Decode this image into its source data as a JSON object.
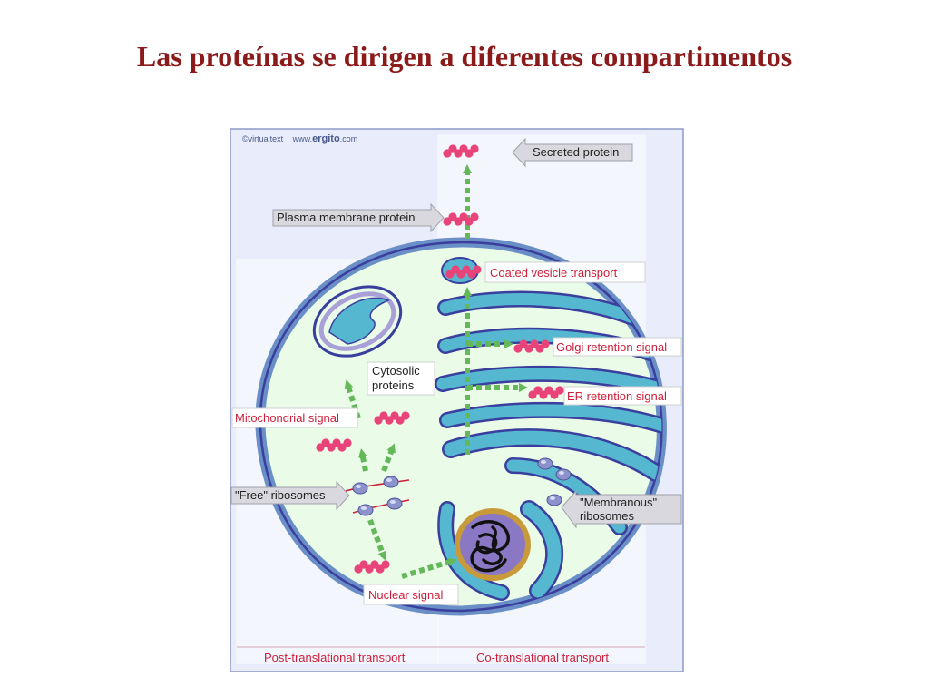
{
  "slide": {
    "title": "Las proteínas se dirigen a diferentes compartimentos"
  },
  "diagram": {
    "copyright_prefix": "©virtualtext",
    "site_prefix": "www.",
    "site_name": "ergito",
    "site_suffix": ".com",
    "labels": {
      "secreted": "Secreted protein",
      "plasma_membrane": "Plasma membrane protein",
      "coated_vesicle": "Coated vesicle transport",
      "golgi_retention": "Golgi retention signal",
      "er_retention": "ER retention signal",
      "cytosolic_line1": "Cytosolic",
      "cytosolic_line2": "proteins",
      "mitochondrial": "Mitochondrial signal",
      "free_ribosomes": "\"Free\" ribosomes",
      "membranous_line1": "\"Membranous\"",
      "membranous_line2": "ribosomes",
      "nuclear": "Nuclear signal",
      "post_translational": "Post-translational transport",
      "co_translational": "Co-translational transport"
    },
    "colors": {
      "cell_fill": "#eafbe8",
      "membrane_outer": "#6a8fc7",
      "membrane_inner": "#3a3f9e",
      "lumen": "#56b8d0",
      "protein": "#e8447a",
      "arrow": "#64b85a",
      "nucleus": "#8a78c4",
      "nuclear_envelope": "#c89a3a",
      "panel_bg": "#e8ecfb",
      "label_red": "#cc1f3a"
    }
  }
}
